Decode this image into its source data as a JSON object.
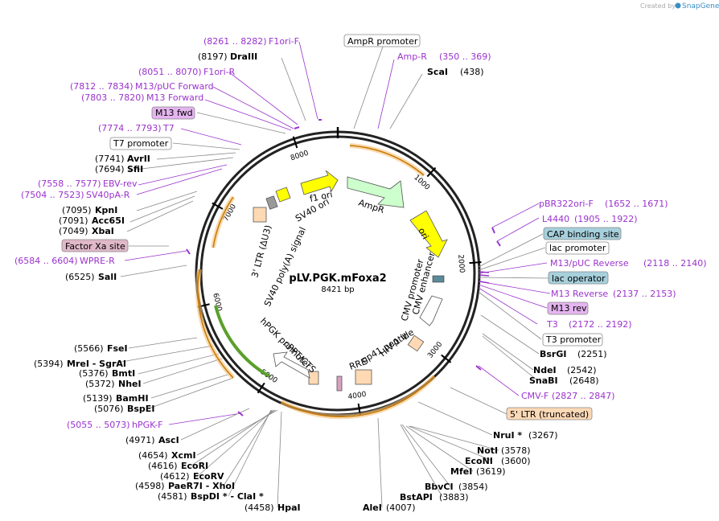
{
  "credit": {
    "prefix": "Created by",
    "brand": "SnapGene"
  },
  "plasmid": {
    "name": "pLV.PGK.mFoxa2",
    "size": "8421 bp"
  },
  "ticks": [
    "1000",
    "2000",
    "3000",
    "4000",
    "5000",
    "6000",
    "7000",
    "8000"
  ],
  "colors": {
    "amp": "#ccffcc",
    "yellow": "#ffff00",
    "orange": "#f4c27a",
    "green": "#5aa02c",
    "peach": "#ffd9b3",
    "gray": "#999999",
    "pink": "#d9a0c0"
  },
  "labels": {
    "f1ori_f_range": "(8261 .. 8282)",
    "f1ori_f": "F1ori-F",
    "ampr_promoter": "AmpR promoter",
    "dra3_pos": "(8197)",
    "dra3": "DraIII",
    "ampr_primer": "Amp-R",
    "ampr_primer_range": "(350 .. 369)",
    "f1ori_r_range": "(8051 .. 8070)",
    "f1ori_r": "F1ori-R",
    "scai": "ScaI",
    "scai_pos": "(438)",
    "m13puc_fwd_range": "(7812 .. 7834)",
    "m13puc_fwd": "M13/pUC Forward",
    "m13_forward_range": "(7803 .. 7820)",
    "m13_forward": "M13 Forward",
    "m13_fwd": "M13 fwd",
    "t7_range": "(7774 .. 7793)",
    "t7": "T7",
    "t7_promoter": "T7 promoter",
    "avrii_pos": "(7741)",
    "avrii": "AvrII",
    "sfii_pos": "(7694)",
    "sfii": "SfiI",
    "ebv_rev_range": "(7558 .. 7577)",
    "ebv_rev": "EBV-rev",
    "sv40pa_r_range": "(7504 .. 7523)",
    "sv40pa_r": "SV40pA-R",
    "pbr322ori_f": "pBR322ori-F",
    "pbr322ori_f_range": "(1652 .. 1671)",
    "l4440": "L4440",
    "l4440_range": "(1905 .. 1922)",
    "kpni_pos": "(7095)",
    "kpni": "KpnI",
    "acc65i_pos": "(7091)",
    "acc65i": "Acc65I",
    "xbai_pos": "(7049)",
    "xbai": "XbaI",
    "cap_site": "CAP binding site",
    "lac_promoter": "lac promoter",
    "factor_xa": "Factor Xa site",
    "m13puc_rev": "M13/pUC Reverse",
    "m13puc_rev_range": "(2118 .. 2140)",
    "wpre_r_range": "(6584 .. 6604)",
    "wpre_r": "WPRE-R",
    "lac_operator": "lac operator",
    "sali_pos": "(6525)",
    "sali": "SalI",
    "m13_reverse": "M13 Reverse",
    "m13_reverse_range": "(2137 .. 2153)",
    "m13_rev": "M13 rev",
    "t3": "T3",
    "t3_range": "(2172 .. 2192)",
    "t3_promoter": "T3 promoter",
    "fsei_pos": "(5566)",
    "fsei": "FseI",
    "bsrgi": "BsrGI",
    "bsrgi_pos": "(2251)",
    "mrei_pos": "(5394)",
    "mrei_sgrai": "MreI  - SgrAI",
    "bmti_pos": "(5376)",
    "bmti": "BmtI",
    "nhei_pos": "(5372)",
    "nhei": "NheI",
    "ndei": "NdeI",
    "ndei_pos": "(2542)",
    "snabi": "SnaBI",
    "snabi_pos": "(2648)",
    "bamhi_pos": "(5139)",
    "bamhi": "BamHI",
    "bspei_pos": "(5076)",
    "bspei": "BspEI",
    "cmv_f": "CMV-F",
    "cmv_f_range": "(2827 .. 2847)",
    "hpgk_f_range": "(5055 .. 5073)",
    "hpgk_f": "hPGK-F",
    "ltr5": "5' LTR (truncated)",
    "asci_pos": "(4971)",
    "asci": "AscI",
    "nrui": "NruI *",
    "nrui_pos": "(3267)",
    "xcmi_pos": "(4654)",
    "xcmi": "XcmI",
    "ecori_pos": "(4616)",
    "ecori": "EcoRI",
    "ecorv_pos": "(4612)",
    "ecorv": "EcoRV",
    "noti": "NotI",
    "noti_pos": "(3578)",
    "econi": "EcoNI",
    "econi_pos": "(3600)",
    "paer7i_pos": "(4598)",
    "paer7i": "PaeR7I  - XhoI",
    "mfei": "MfeI",
    "mfei_pos": "(3619)",
    "bspdi_pos": "(4581)",
    "bspdi": "BspDI *  - ClaI *",
    "bbvci": "BbvCI",
    "bbvci_pos": "(3854)",
    "bstapi": "BstAPI",
    "bstapi_pos": "(3883)",
    "hpai_pos": "(4458)",
    "hpai": "HpaI",
    "alei": "AleI",
    "alei_pos": "(4007)"
  },
  "inner": {
    "f1_ori": "f1 ori",
    "sv40_ori": "SV40 ori",
    "ampr": "AmpR",
    "ori": "ori",
    "ltr3": "3' LTR (ΔU3)",
    "sv40_polya": "SV40 poly(A) signal",
    "cmv_promoter": "CMV promoter",
    "cmv_enhancer": "CMV enhancer",
    "cppt": "cPPT/CTS",
    "hpgk": "hPGK promoter",
    "gp41": "gp41 peptide",
    "hiv_psi": "HIV-1 ψ",
    "rre": "RRE"
  }
}
